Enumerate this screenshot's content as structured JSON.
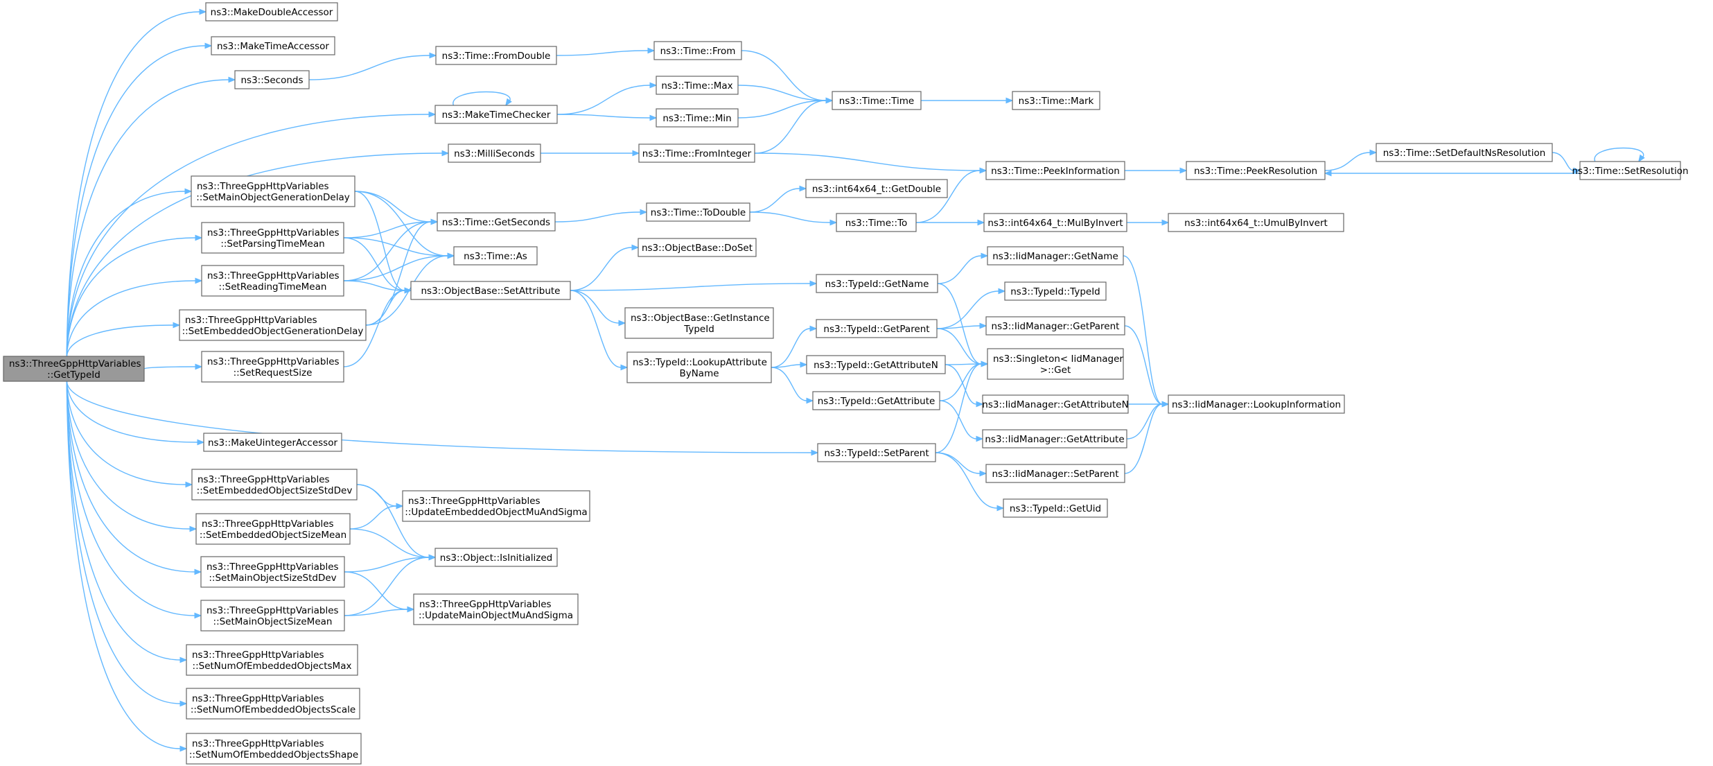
{
  "graph": {
    "nodes": [
      {
        "id": "root",
        "lines": [
          "ns3::ThreeGppHttpVariables",
          "::GetTypeId"
        ],
        "root": true
      },
      {
        "id": "makeDoubleAcc",
        "lines": [
          "ns3::MakeDoubleAccessor"
        ]
      },
      {
        "id": "makeTimeAcc",
        "lines": [
          "ns3::MakeTimeAccessor"
        ]
      },
      {
        "id": "seconds",
        "lines": [
          "ns3::Seconds"
        ]
      },
      {
        "id": "makeTimeChecker",
        "lines": [
          "ns3::MakeTimeChecker"
        ]
      },
      {
        "id": "milliSeconds",
        "lines": [
          "ns3::MilliSeconds"
        ]
      },
      {
        "id": "setMainObjGenDelay",
        "lines": [
          "ns3::ThreeGppHttpVariables",
          "::SetMainObjectGenerationDelay"
        ]
      },
      {
        "id": "setParsingTimeMean",
        "lines": [
          "ns3::ThreeGppHttpVariables",
          "::SetParsingTimeMean"
        ]
      },
      {
        "id": "setReadingTimeMean",
        "lines": [
          "ns3::ThreeGppHttpVariables",
          "::SetReadingTimeMean"
        ]
      },
      {
        "id": "setEmbObjGenDelay",
        "lines": [
          "ns3::ThreeGppHttpVariables",
          "::SetEmbeddedObjectGenerationDelay"
        ]
      },
      {
        "id": "setRequestSize",
        "lines": [
          "ns3::ThreeGppHttpVariables",
          "::SetRequestSize"
        ]
      },
      {
        "id": "makeUintAcc",
        "lines": [
          "ns3::MakeUintegerAccessor"
        ]
      },
      {
        "id": "setEmbObjSizeStdDev",
        "lines": [
          "ns3::ThreeGppHttpVariables",
          "::SetEmbeddedObjectSizeStdDev"
        ]
      },
      {
        "id": "setEmbObjSizeMean",
        "lines": [
          "ns3::ThreeGppHttpVariables",
          "::SetEmbeddedObjectSizeMean"
        ]
      },
      {
        "id": "setMainObjSizeStdDev",
        "lines": [
          "ns3::ThreeGppHttpVariables",
          "::SetMainObjectSizeStdDev"
        ]
      },
      {
        "id": "setMainObjSizeMean",
        "lines": [
          "ns3::ThreeGppHttpVariables",
          "::SetMainObjectSizeMean"
        ]
      },
      {
        "id": "setNumEmbMax",
        "lines": [
          "ns3::ThreeGppHttpVariables",
          "::SetNumOfEmbeddedObjectsMax"
        ]
      },
      {
        "id": "setNumEmbScale",
        "lines": [
          "ns3::ThreeGppHttpVariables",
          "::SetNumOfEmbeddedObjectsScale"
        ]
      },
      {
        "id": "setNumEmbShape",
        "lines": [
          "ns3::ThreeGppHttpVariables",
          "::SetNumOfEmbeddedObjectsShape"
        ]
      },
      {
        "id": "timeFromDouble",
        "lines": [
          "ns3::Time::FromDouble"
        ]
      },
      {
        "id": "timeGetSeconds",
        "lines": [
          "ns3::Time::GetSeconds"
        ]
      },
      {
        "id": "timeAs",
        "lines": [
          "ns3::Time::As"
        ]
      },
      {
        "id": "objBaseSetAttr",
        "lines": [
          "ns3::ObjectBase::SetAttribute"
        ]
      },
      {
        "id": "updEmbMuSigma",
        "lines": [
          "ns3::ThreeGppHttpVariables",
          "::UpdateEmbeddedObjectMuAndSigma"
        ]
      },
      {
        "id": "objIsInit",
        "lines": [
          "ns3::Object::IsInitialized"
        ]
      },
      {
        "id": "updMainMuSigma",
        "lines": [
          "ns3::ThreeGppHttpVariables",
          "::UpdateMainObjectMuAndSigma"
        ]
      },
      {
        "id": "timeFrom",
        "lines": [
          "ns3::Time::From"
        ]
      },
      {
        "id": "timeMax",
        "lines": [
          "ns3::Time::Max"
        ]
      },
      {
        "id": "timeMin",
        "lines": [
          "ns3::Time::Min"
        ]
      },
      {
        "id": "timeFromInteger",
        "lines": [
          "ns3::Time::FromInteger"
        ]
      },
      {
        "id": "timeToDouble",
        "lines": [
          "ns3::Time::ToDouble"
        ]
      },
      {
        "id": "objBaseDoSet",
        "lines": [
          "ns3::ObjectBase::DoSet"
        ]
      },
      {
        "id": "objBaseGetInst",
        "lines": [
          "ns3::ObjectBase::GetInstance",
          "TypeId"
        ]
      },
      {
        "id": "typeIdLookupAttr",
        "lines": [
          "ns3::TypeId::LookupAttribute",
          "ByName"
        ]
      },
      {
        "id": "timeTime",
        "lines": [
          "ns3::Time::Time"
        ]
      },
      {
        "id": "int64GetDouble",
        "lines": [
          "ns3::int64x64_t::GetDouble"
        ]
      },
      {
        "id": "timeTo",
        "lines": [
          "ns3::Time::To"
        ]
      },
      {
        "id": "typeIdGetName",
        "lines": [
          "ns3::TypeId::GetName"
        ]
      },
      {
        "id": "typeIdGetParent",
        "lines": [
          "ns3::TypeId::GetParent"
        ]
      },
      {
        "id": "typeIdGetAttrN",
        "lines": [
          "ns3::TypeId::GetAttributeN"
        ]
      },
      {
        "id": "typeIdGetAttr",
        "lines": [
          "ns3::TypeId::GetAttribute"
        ]
      },
      {
        "id": "typeIdSetParent",
        "lines": [
          "ns3::TypeId::SetParent"
        ]
      },
      {
        "id": "timeMark",
        "lines": [
          "ns3::Time::Mark"
        ]
      },
      {
        "id": "timePeekInfo",
        "lines": [
          "ns3::Time::PeekInformation"
        ]
      },
      {
        "id": "int64MulByInv",
        "lines": [
          "ns3::int64x64_t::MulByInvert"
        ]
      },
      {
        "id": "iidGetName",
        "lines": [
          "ns3::IidManager::GetName"
        ]
      },
      {
        "id": "typeIdTypeId",
        "lines": [
          "ns3::TypeId::TypeId"
        ]
      },
      {
        "id": "iidGetParent",
        "lines": [
          "ns3::IidManager::GetParent"
        ]
      },
      {
        "id": "singletonGet",
        "lines": [
          "ns3::Singleton< IidManager",
          " >::Get"
        ]
      },
      {
        "id": "iidGetAttrN",
        "lines": [
          "ns3::IidManager::GetAttributeN"
        ]
      },
      {
        "id": "iidGetAttr",
        "lines": [
          "ns3::IidManager::GetAttribute"
        ]
      },
      {
        "id": "iidSetParent",
        "lines": [
          "ns3::IidManager::SetParent"
        ]
      },
      {
        "id": "typeIdGetUid",
        "lines": [
          "ns3::TypeId::GetUid"
        ]
      },
      {
        "id": "timePeekRes",
        "lines": [
          "ns3::Time::PeekResolution"
        ]
      },
      {
        "id": "int64UmulByInv",
        "lines": [
          "ns3::int64x64_t::UmulByInvert"
        ]
      },
      {
        "id": "iidLookupInfo",
        "lines": [
          "ns3::IidManager::LookupInformation"
        ]
      },
      {
        "id": "timeSetDefNsRes",
        "lines": [
          "ns3::Time::SetDefaultNsResolution"
        ]
      },
      {
        "id": "timeSetRes",
        "lines": [
          "ns3::Time::SetResolution"
        ]
      }
    ],
    "edges": [
      [
        "root",
        "makeDoubleAcc"
      ],
      [
        "root",
        "makeTimeAcc"
      ],
      [
        "root",
        "seconds"
      ],
      [
        "root",
        "makeTimeChecker"
      ],
      [
        "root",
        "milliSeconds"
      ],
      [
        "root",
        "setMainObjGenDelay"
      ],
      [
        "root",
        "setParsingTimeMean"
      ],
      [
        "root",
        "setReadingTimeMean"
      ],
      [
        "root",
        "setEmbObjGenDelay"
      ],
      [
        "root",
        "setRequestSize"
      ],
      [
        "root",
        "makeUintAcc"
      ],
      [
        "root",
        "setEmbObjSizeStdDev"
      ],
      [
        "root",
        "setEmbObjSizeMean"
      ],
      [
        "root",
        "setMainObjSizeStdDev"
      ],
      [
        "root",
        "setMainObjSizeMean"
      ],
      [
        "root",
        "setNumEmbMax"
      ],
      [
        "root",
        "setNumEmbScale"
      ],
      [
        "root",
        "setNumEmbShape"
      ],
      [
        "root",
        "typeIdSetParent"
      ],
      [
        "seconds",
        "timeFromDouble"
      ],
      [
        "timeFromDouble",
        "timeFrom"
      ],
      [
        "timeFrom",
        "timeTime"
      ],
      [
        "makeTimeChecker",
        "makeTimeChecker"
      ],
      [
        "makeTimeChecker",
        "timeMax"
      ],
      [
        "makeTimeChecker",
        "timeMin"
      ],
      [
        "timeMax",
        "timeTime"
      ],
      [
        "timeMin",
        "timeTime"
      ],
      [
        "timeTime",
        "timeMark"
      ],
      [
        "milliSeconds",
        "timeFromInteger"
      ],
      [
        "timeFromInteger",
        "timeTime"
      ],
      [
        "timeFromInteger",
        "timePeekInfo"
      ],
      [
        "setMainObjGenDelay",
        "timeGetSeconds"
      ],
      [
        "setMainObjGenDelay",
        "timeAs"
      ],
      [
        "setMainObjGenDelay",
        "objBaseSetAttr"
      ],
      [
        "setParsingTimeMean",
        "timeGetSeconds"
      ],
      [
        "setParsingTimeMean",
        "timeAs"
      ],
      [
        "setParsingTimeMean",
        "objBaseSetAttr"
      ],
      [
        "setReadingTimeMean",
        "timeGetSeconds"
      ],
      [
        "setReadingTimeMean",
        "timeAs"
      ],
      [
        "setReadingTimeMean",
        "objBaseSetAttr"
      ],
      [
        "setEmbObjGenDelay",
        "timeGetSeconds"
      ],
      [
        "setEmbObjGenDelay",
        "timeAs"
      ],
      [
        "setEmbObjGenDelay",
        "objBaseSetAttr"
      ],
      [
        "setRequestSize",
        "objBaseSetAttr"
      ],
      [
        "timeGetSeconds",
        "timeToDouble"
      ],
      [
        "timeToDouble",
        "int64GetDouble"
      ],
      [
        "timeToDouble",
        "timeTo"
      ],
      [
        "timeTo",
        "timePeekInfo"
      ],
      [
        "timeTo",
        "int64MulByInv"
      ],
      [
        "int64MulByInv",
        "int64UmulByInv"
      ],
      [
        "timePeekInfo",
        "timePeekRes"
      ],
      [
        "timePeekRes",
        "timeSetDefNsRes"
      ],
      [
        "timeSetDefNsRes",
        "timeSetRes"
      ],
      [
        "timeSetRes",
        "timePeekRes"
      ],
      [
        "timeSetRes",
        "timeSetRes"
      ],
      [
        "objBaseSetAttr",
        "objBaseDoSet"
      ],
      [
        "objBaseSetAttr",
        "objBaseGetInst"
      ],
      [
        "objBaseSetAttr",
        "typeIdGetName"
      ],
      [
        "objBaseSetAttr",
        "typeIdLookupAttr"
      ],
      [
        "typeIdGetName",
        "iidGetName"
      ],
      [
        "typeIdGetName",
        "singletonGet"
      ],
      [
        "iidGetName",
        "iidLookupInfo"
      ],
      [
        "typeIdLookupAttr",
        "typeIdGetParent"
      ],
      [
        "typeIdLookupAttr",
        "typeIdGetAttrN"
      ],
      [
        "typeIdLookupAttr",
        "typeIdGetAttr"
      ],
      [
        "typeIdGetParent",
        "typeIdTypeId"
      ],
      [
        "typeIdGetParent",
        "iidGetParent"
      ],
      [
        "typeIdGetParent",
        "singletonGet"
      ],
      [
        "iidGetParent",
        "iidLookupInfo"
      ],
      [
        "typeIdGetAttrN",
        "singletonGet"
      ],
      [
        "typeIdGetAttrN",
        "iidGetAttrN"
      ],
      [
        "iidGetAttrN",
        "iidLookupInfo"
      ],
      [
        "typeIdGetAttr",
        "singletonGet"
      ],
      [
        "typeIdGetAttr",
        "iidGetAttr"
      ],
      [
        "iidGetAttr",
        "iidLookupInfo"
      ],
      [
        "typeIdSetParent",
        "singletonGet"
      ],
      [
        "typeIdSetParent",
        "iidSetParent"
      ],
      [
        "typeIdSetParent",
        "typeIdGetUid"
      ],
      [
        "iidSetParent",
        "iidLookupInfo"
      ],
      [
        "setEmbObjSizeStdDev",
        "updEmbMuSigma"
      ],
      [
        "setEmbObjSizeStdDev",
        "objIsInit"
      ],
      [
        "setEmbObjSizeMean",
        "updEmbMuSigma"
      ],
      [
        "setEmbObjSizeMean",
        "objIsInit"
      ],
      [
        "setMainObjSizeStdDev",
        "objIsInit"
      ],
      [
        "setMainObjSizeStdDev",
        "updMainMuSigma"
      ],
      [
        "setMainObjSizeMean",
        "objIsInit"
      ],
      [
        "setMainObjSizeMean",
        "updMainMuSigma"
      ]
    ]
  }
}
